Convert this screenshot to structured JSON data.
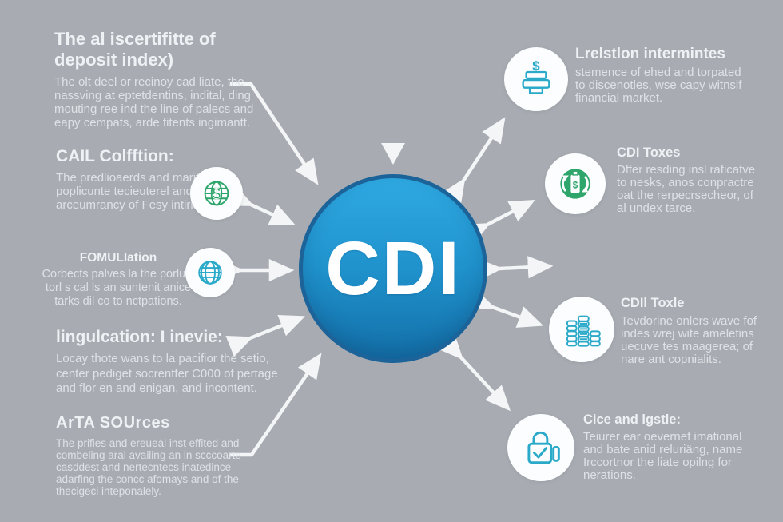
{
  "background_color": "#a8acb2",
  "center": {
    "label": "CDI",
    "circle_top_color": "#2fa9e2",
    "circle_bottom_color": "#1470a9",
    "ring_color": "#1b6399"
  },
  "colors": {
    "teal_icon": "#2aa9c9",
    "green_icon": "#2ea56a",
    "arrow": "#f3f5f7",
    "heading_text": "#eef2f5",
    "body_text": "#dde2e7",
    "icon_disc": "#fbfdfe"
  },
  "left_sections": [
    {
      "heading": "The al iscertifitte of\ndeposit index)",
      "body": "The olt deel or recinoy cad liate, the\nnassving at eptetdentins, indital, ding\nmouting ree ind the line of palecs and\neapy cempats, arde fitents ingimantt."
    },
    {
      "heading": "CAIL Colfftion:",
      "body": "The predlioaerds and marited\npoplicunte tecieuterel and to\narceumrancy of Fesy intirls,"
    },
    {
      "heading": "FOMULIation",
      "body": "Corbects palves la the porlual\ntorl s cal ls an suntenit anice\ntarks dil co to nctpations."
    },
    {
      "heading": "lingulcation: I inevie:",
      "body": "Locay thote wans to la pacifior the setio,\ncenter pediget socrentfer C000 of pertage\nand flor en and enigan, and incontent."
    },
    {
      "heading": "ArTA SOUrces",
      "body": "The prifies and ereueal inst effited and\ncombeling aral availing an in scccoarte\ncasddest and nertecntecs inatedince\nadarfing the concc afomays and of the\nthecigeci inteponalely."
    }
  ],
  "left_icons": [
    {
      "name": "globe-dollar-icon",
      "color": "#2ea56a"
    },
    {
      "name": "globe-grid-icon",
      "color": "#2aa9c9"
    }
  ],
  "right_sections": [
    {
      "heading": "Lrelstlon intermintes",
      "body": "stemence of ehed and torpated\nto discenotles, wse capy witnsif\nfinancial market.",
      "icon": "money-printer-icon"
    },
    {
      "heading": "CDI Toxes",
      "body": "Dffer resding insl raficatve\nto nesks, anos conpractre\noat the rerpecrsecheor, of\nal undex tarce.",
      "icon": "recycle-bag-icon"
    },
    {
      "heading": "CDIl Toxle",
      "body": "Tevdorine onlers wave fof\nindes wrej wite ameletins\nuecuve tes maagerea; of\nnare ant copnialits.",
      "icon": "coin-stacks-icon"
    },
    {
      "heading": "Cice and lgstle:",
      "body": "Teiurer ear oevernef imational\nand bate anid reluriäng, name\nIrccortnor the liate opilng for\nnerations.",
      "icon": "lock-check-icon"
    }
  ]
}
